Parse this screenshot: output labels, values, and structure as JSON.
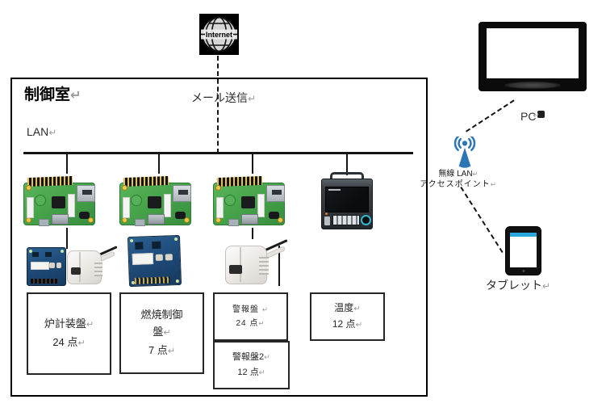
{
  "labels": {
    "internet": "Internet",
    "control_room": "制御室",
    "mail_send": "メール送信",
    "lan": "LAN",
    "pc": "PC",
    "wireless_lan": "無線 LAN",
    "access_point": "アクセスポイント",
    "tablet": "タブレット"
  },
  "marks": {
    "line_break": "↵"
  },
  "panels": [
    {
      "name": "furnace-instrumentation-panel",
      "lines": [
        "炉計装盤",
        "24 点"
      ]
    },
    {
      "name": "combustion-control-panel",
      "lines": [
        "燃焼制御",
        "盤",
        "7 点"
      ]
    },
    {
      "name": "alarm-panel",
      "lines": [
        "警報盤",
        "24 点"
      ]
    },
    {
      "name": "alarm-panel-2",
      "lines": [
        "警報盤2",
        "12 点"
      ]
    },
    {
      "name": "temperature",
      "lines": [
        "温度",
        "12 点"
      ]
    }
  ],
  "icons": {
    "internet": "globe-grid",
    "wifi_access_point": "antenna-with-radio-waves",
    "pc": "monitor",
    "pc_anchor": "object-anchor",
    "tablet": "tablet",
    "raspberry_pi": "raspberry-pi-board",
    "adc_board": "blue-circuit-board",
    "ct_sensor": "white-clamp-current-sensor",
    "recorder": "paperless-recorder"
  },
  "colors": {
    "line": "#141414",
    "ap_blue": "#2e75b6",
    "tablet_bar_blue": "#2aa7dd",
    "pi_green": "#46a44a",
    "board_navy": "#1d4875",
    "return_mark_gray": "#9a9a9a"
  }
}
